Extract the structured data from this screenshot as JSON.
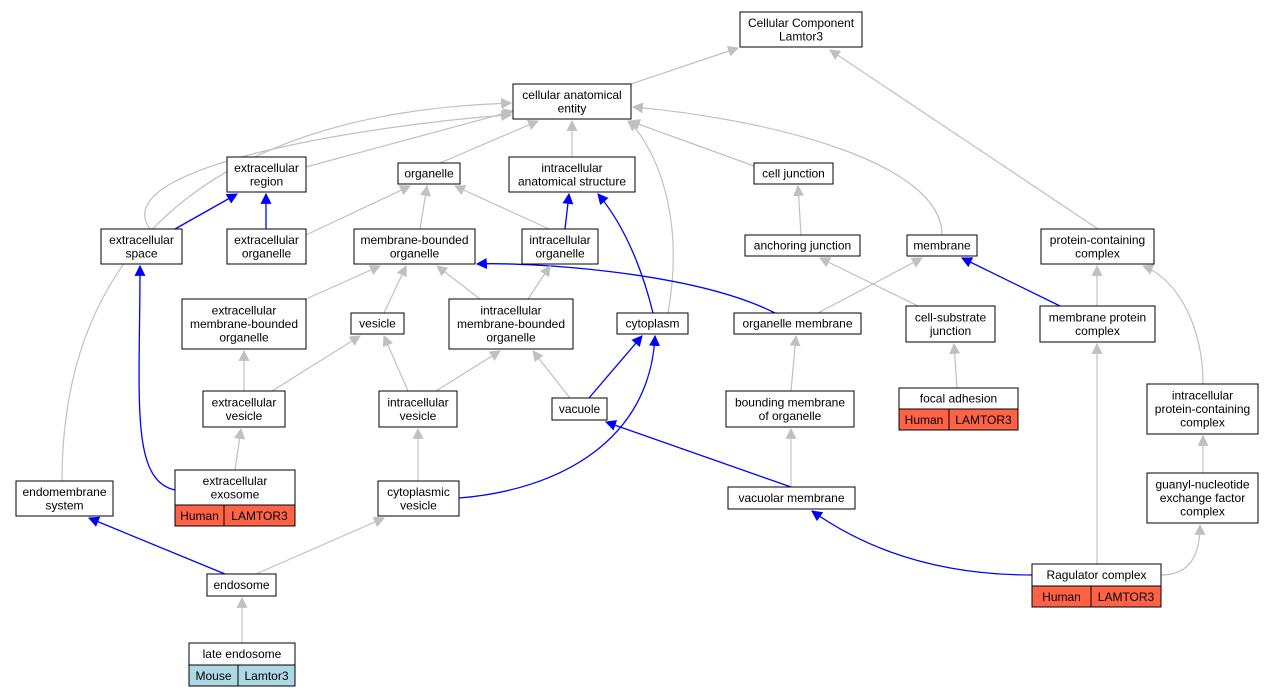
{
  "diagram": {
    "colors": {
      "gray_edge": "#c0c0c0",
      "blue_edge": "#0000ff",
      "human_tag": "#ff6347",
      "mouse_tag": "#add8e6"
    },
    "nodes": [
      {
        "id": "cc",
        "lines": [
          "Cellular Component",
          "Lamtor3"
        ]
      },
      {
        "id": "cae",
        "lines": [
          "cellular anatomical",
          "entity"
        ]
      },
      {
        "id": "er",
        "lines": [
          "extracellular",
          "region"
        ]
      },
      {
        "id": "org",
        "lines": [
          "organelle"
        ]
      },
      {
        "id": "ias",
        "lines": [
          "intracellular",
          "anatomical structure"
        ]
      },
      {
        "id": "cj",
        "lines": [
          "cell junction"
        ]
      },
      {
        "id": "es",
        "lines": [
          "extracellular",
          "space"
        ]
      },
      {
        "id": "eo",
        "lines": [
          "extracellular",
          "organelle"
        ]
      },
      {
        "id": "mbo",
        "lines": [
          "membrane-bounded",
          "organelle"
        ]
      },
      {
        "id": "io",
        "lines": [
          "intracellular",
          "organelle"
        ]
      },
      {
        "id": "aj",
        "lines": [
          "anchoring junction"
        ]
      },
      {
        "id": "mem",
        "lines": [
          "membrane"
        ]
      },
      {
        "id": "pcc",
        "lines": [
          "protein-containing",
          "complex"
        ]
      },
      {
        "id": "embo",
        "lines": [
          "extracellular",
          "membrane-bounded",
          "organelle"
        ]
      },
      {
        "id": "ves",
        "lines": [
          "vesicle"
        ]
      },
      {
        "id": "imbo",
        "lines": [
          "intracellular",
          "membrane-bounded",
          "organelle"
        ]
      },
      {
        "id": "cyto",
        "lines": [
          "cytoplasm"
        ]
      },
      {
        "id": "om",
        "lines": [
          "organelle membrane"
        ]
      },
      {
        "id": "csj",
        "lines": [
          "cell-substrate",
          "junction"
        ]
      },
      {
        "id": "mpc",
        "lines": [
          "membrane protein",
          "complex"
        ]
      },
      {
        "id": "ev",
        "lines": [
          "extracellular",
          "vesicle"
        ]
      },
      {
        "id": "iv",
        "lines": [
          "intracellular",
          "vesicle"
        ]
      },
      {
        "id": "vac",
        "lines": [
          "vacuole"
        ]
      },
      {
        "id": "bmo",
        "lines": [
          "bounding membrane",
          "of organelle"
        ]
      },
      {
        "id": "fa",
        "lines": [
          "focal adhesion"
        ],
        "tags": [
          {
            "text": "Human",
            "kind": "human"
          },
          {
            "text": "LAMTOR3",
            "kind": "human"
          }
        ]
      },
      {
        "id": "ipcc",
        "lines": [
          "intracellular",
          "protein-containing",
          "complex"
        ]
      },
      {
        "id": "exo",
        "lines": [
          "extracellular",
          "exosome"
        ],
        "tags": [
          {
            "text": "Human",
            "kind": "human"
          },
          {
            "text": "LAMTOR3",
            "kind": "human"
          }
        ]
      },
      {
        "id": "ems",
        "lines": [
          "endomembrane",
          "system"
        ]
      },
      {
        "id": "cv",
        "lines": [
          "cytoplasmic",
          "vesicle"
        ]
      },
      {
        "id": "vm",
        "lines": [
          "vacuolar membrane"
        ]
      },
      {
        "id": "gnef",
        "lines": [
          "guanyl-nucleotide",
          "exchange factor",
          "complex"
        ]
      },
      {
        "id": "endo",
        "lines": [
          "endosome"
        ]
      },
      {
        "id": "rag",
        "lines": [
          "Ragulator complex"
        ],
        "tags": [
          {
            "text": "Human",
            "kind": "human"
          },
          {
            "text": "LAMTOR3",
            "kind": "human"
          }
        ]
      },
      {
        "id": "le",
        "lines": [
          "late endosome"
        ],
        "tags": [
          {
            "text": "Mouse",
            "kind": "mouse"
          },
          {
            "text": "Lamtor3",
            "kind": "mouse"
          }
        ]
      }
    ],
    "edges": [
      {
        "from": "cae",
        "to": "cc",
        "kind": "gray"
      },
      {
        "from": "pcc",
        "to": "cc",
        "kind": "gray"
      },
      {
        "from": "er",
        "to": "cae",
        "kind": "gray"
      },
      {
        "from": "org",
        "to": "cae",
        "kind": "gray"
      },
      {
        "from": "ias",
        "to": "cae",
        "kind": "gray"
      },
      {
        "from": "cj",
        "to": "cae",
        "kind": "gray"
      },
      {
        "from": "es",
        "to": "cae",
        "kind": "gray"
      },
      {
        "from": "ems",
        "to": "cae",
        "kind": "gray"
      },
      {
        "from": "mem",
        "to": "cae",
        "kind": "gray"
      },
      {
        "from": "cyto",
        "to": "cae",
        "kind": "gray"
      },
      {
        "from": "es",
        "to": "er",
        "kind": "blue"
      },
      {
        "from": "eo",
        "to": "er",
        "kind": "blue"
      },
      {
        "from": "eo",
        "to": "org",
        "kind": "gray"
      },
      {
        "from": "mbo",
        "to": "org",
        "kind": "gray"
      },
      {
        "from": "io",
        "to": "org",
        "kind": "gray"
      },
      {
        "from": "io",
        "to": "ias",
        "kind": "blue"
      },
      {
        "from": "cyto",
        "to": "ias",
        "kind": "blue"
      },
      {
        "from": "aj",
        "to": "cj",
        "kind": "gray"
      },
      {
        "from": "embo",
        "to": "mbo",
        "kind": "gray"
      },
      {
        "from": "ves",
        "to": "mbo",
        "kind": "gray"
      },
      {
        "from": "imbo",
        "to": "mbo",
        "kind": "gray"
      },
      {
        "from": "om",
        "to": "mbo",
        "kind": "blue"
      },
      {
        "from": "imbo",
        "to": "io",
        "kind": "gray"
      },
      {
        "from": "csj",
        "to": "aj",
        "kind": "gray"
      },
      {
        "from": "om",
        "to": "mem",
        "kind": "gray"
      },
      {
        "from": "mpc",
        "to": "mem",
        "kind": "blue"
      },
      {
        "from": "mpc",
        "to": "pcc",
        "kind": "gray"
      },
      {
        "from": "ipcc",
        "to": "pcc",
        "kind": "gray"
      },
      {
        "from": "ev",
        "to": "embo",
        "kind": "gray"
      },
      {
        "from": "ev",
        "to": "ves",
        "kind": "gray"
      },
      {
        "from": "iv",
        "to": "ves",
        "kind": "gray"
      },
      {
        "from": "iv",
        "to": "imbo",
        "kind": "gray"
      },
      {
        "from": "vac",
        "to": "imbo",
        "kind": "gray"
      },
      {
        "from": "vac",
        "to": "cyto",
        "kind": "blue"
      },
      {
        "from": "cv",
        "to": "cyto",
        "kind": "blue"
      },
      {
        "from": "bmo",
        "to": "om",
        "kind": "gray"
      },
      {
        "from": "fa",
        "to": "csj",
        "kind": "gray"
      },
      {
        "from": "rag",
        "to": "mpc",
        "kind": "gray"
      },
      {
        "from": "exo",
        "to": "ev",
        "kind": "gray"
      },
      {
        "from": "exo",
        "to": "es",
        "kind": "blue"
      },
      {
        "from": "cv",
        "to": "iv",
        "kind": "gray"
      },
      {
        "from": "vm",
        "to": "vac",
        "kind": "blue"
      },
      {
        "from": "vm",
        "to": "bmo",
        "kind": "gray"
      },
      {
        "from": "gnef",
        "to": "ipcc",
        "kind": "gray"
      },
      {
        "from": "endo",
        "to": "ems",
        "kind": "blue"
      },
      {
        "from": "endo",
        "to": "cv",
        "kind": "gray"
      },
      {
        "from": "rag",
        "to": "vm",
        "kind": "blue"
      },
      {
        "from": "rag",
        "to": "gnef",
        "kind": "gray"
      },
      {
        "from": "le",
        "to": "endo",
        "kind": "gray"
      }
    ]
  }
}
